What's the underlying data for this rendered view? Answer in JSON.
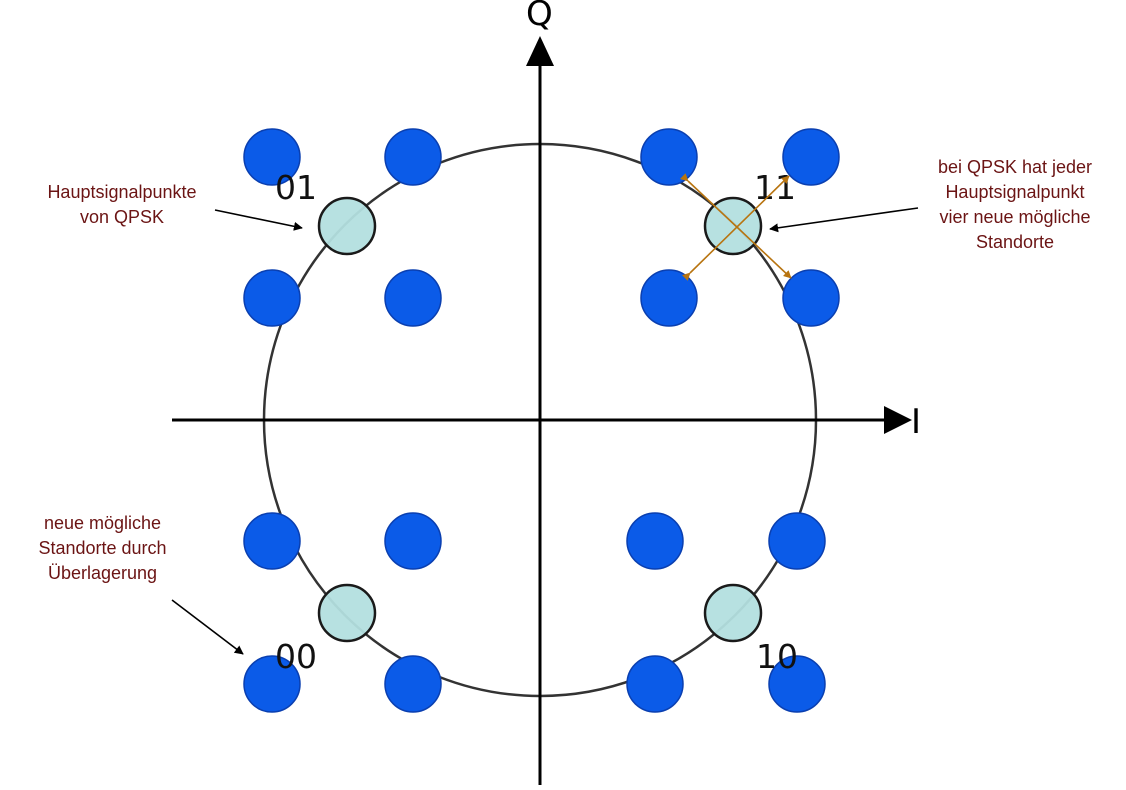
{
  "axes": {
    "i_label": "I",
    "q_label": "Q"
  },
  "codes": [
    "01",
    "11",
    "00",
    "10"
  ],
  "annotations": {
    "main_points": [
      "Hauptsignalpunkte",
      "von QPSK"
    ],
    "four_locations": [
      "bei QPSK hat jeder",
      "Hauptsignalpunkt",
      "vier neue mögliche",
      "Standorte"
    ],
    "superposition": [
      "neue mögliche",
      "Standorte durch",
      "Überlagerung"
    ]
  },
  "colors": {
    "new_location_fill": "#0b5be8",
    "new_location_stroke": "#0a3fb0",
    "main_point_fill": "#b3dfdf",
    "main_point_stroke": "#1a1a1a",
    "circle": "#333333",
    "axis": "#000000",
    "displacement_arrow": "#b87410",
    "annotation_text": "#6b1414"
  }
}
